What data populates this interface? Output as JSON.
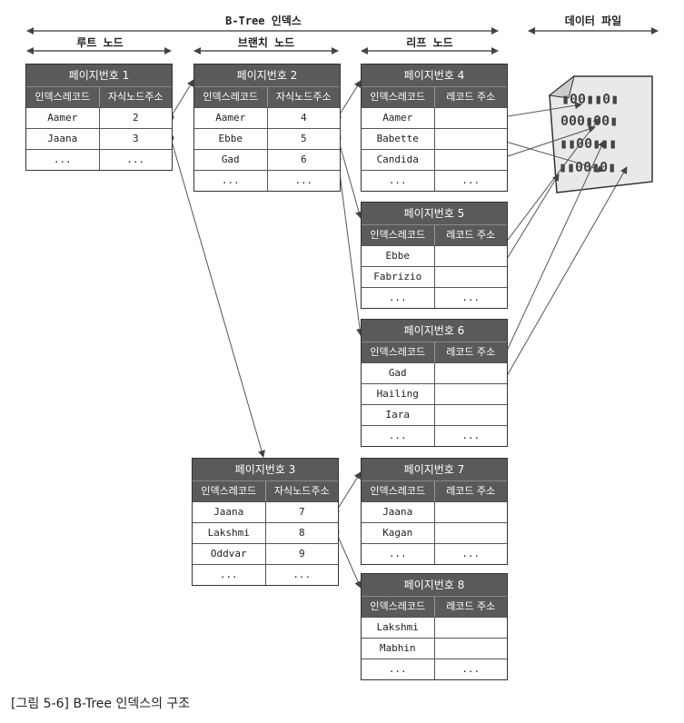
{
  "headers": {
    "btree": "B-Tree 인덱스",
    "root": "루트 노드",
    "branch": "브랜치 노드",
    "leaf": "리프 노드",
    "datafile": "데이터 파일"
  },
  "nodes": {
    "p1": {
      "title": "페이지번호 1",
      "col1": "인덱스레코드",
      "col2": "자식노드주소",
      "rows": [
        [
          "Aamer",
          "2"
        ],
        [
          "Jaana",
          "3"
        ],
        [
          "...",
          "..."
        ]
      ]
    },
    "p2": {
      "title": "페이지번호 2",
      "col1": "인덱스레코드",
      "col2": "자식노드주소",
      "rows": [
        [
          "Aamer",
          "4"
        ],
        [
          "Ebbe",
          "5"
        ],
        [
          "Gad",
          "6"
        ],
        [
          "...",
          "..."
        ]
      ]
    },
    "p3": {
      "title": "페이지번호 3",
      "col1": "인덱스레코드",
      "col2": "자식노드주소",
      "rows": [
        [
          "Jaana",
          "7"
        ],
        [
          "Lakshmi",
          "8"
        ],
        [
          "Oddvar",
          "9"
        ],
        [
          "...",
          "..."
        ]
      ]
    },
    "p4": {
      "title": "페이지번호 4",
      "col1": "인덱스레코드",
      "col2": "레코드 주소",
      "rows": [
        [
          "Aamer",
          ""
        ],
        [
          "Babette",
          ""
        ],
        [
          "Candida",
          ""
        ],
        [
          "...",
          "..."
        ]
      ]
    },
    "p5": {
      "title": "페이지번호 5",
      "col1": "인덱스레코드",
      "col2": "레코드 주소",
      "rows": [
        [
          "Ebbe",
          ""
        ],
        [
          "Fabrizio",
          ""
        ],
        [
          "...",
          "..."
        ]
      ]
    },
    "p6": {
      "title": "페이지번호 6",
      "col1": "인덱스레코드",
      "col2": "레코드 주소",
      "rows": [
        [
          "Gad",
          ""
        ],
        [
          "Hailing",
          ""
        ],
        [
          "Iara",
          ""
        ],
        [
          "...",
          "..."
        ]
      ]
    },
    "p7": {
      "title": "페이지번호 7",
      "col1": "인덱스레코드",
      "col2": "레코드 주소",
      "rows": [
        [
          "Jaana",
          ""
        ],
        [
          "Kagan",
          ""
        ],
        [
          "...",
          "..."
        ]
      ]
    },
    "p8": {
      "title": "페이지번호 8",
      "col1": "인덱스레코드",
      "col2": "레코드 주소",
      "rows": [
        [
          "Lakshmi",
          ""
        ],
        [
          "Mabhin",
          ""
        ],
        [
          "...",
          "..."
        ]
      ]
    }
  },
  "caption": "[그림 5-6] B-Tree 인덱스의 구조",
  "colors": {
    "header_bg": "#5a5a5a",
    "line": "#444",
    "dot": "#555"
  }
}
